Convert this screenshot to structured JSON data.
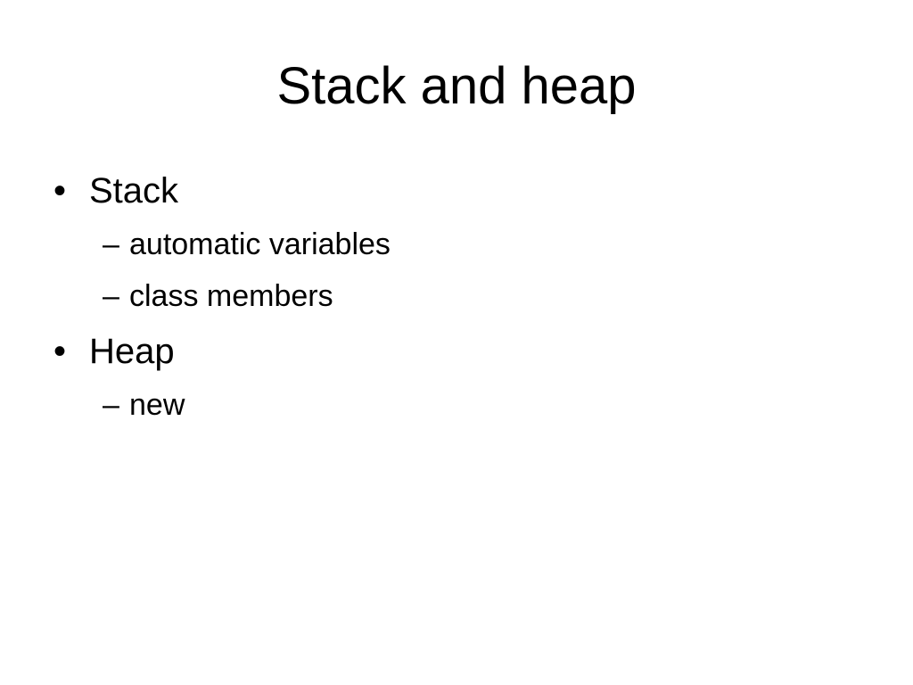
{
  "slide": {
    "title": "Stack and heap",
    "bullets": [
      {
        "marker": "•",
        "text": "Stack",
        "subitems": [
          {
            "marker": "–",
            "text": "automatic variables"
          },
          {
            "marker": "–",
            "text": "class members"
          }
        ]
      },
      {
        "marker": "•",
        "text": "Heap",
        "subitems": [
          {
            "marker": "–",
            "text": "new"
          }
        ]
      }
    ]
  }
}
